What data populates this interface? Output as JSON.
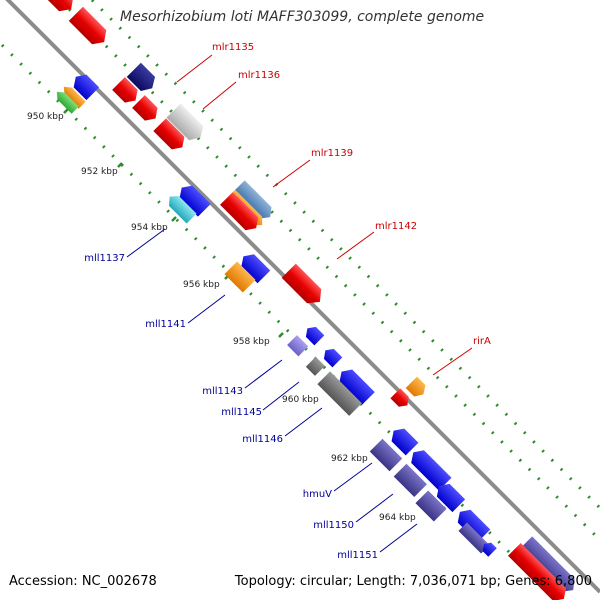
{
  "title": "Mesorhizobium loti MAFF303099, complete genome",
  "footer": {
    "accession": "Accession: NC_002678",
    "summary": "Topology: circular; Length: 7,036,071 bp; Genes: 6,800"
  },
  "colors": {
    "backbone": "#8c8c8c",
    "grid": "#2e8b2e",
    "forward_label": "#cc0000",
    "reverse_label": "#000099"
  },
  "scale_labels": [
    "950 kbp",
    "952 kbp",
    "954 kbp",
    "956 kbp",
    "958 kbp",
    "960 kbp",
    "962 kbp",
    "964 kbp"
  ],
  "forward_labels": [
    "mlr1135",
    "mlr1136",
    "mlr1139",
    "mlr1142",
    "rirA"
  ],
  "reverse_labels": [
    "mll1137",
    "mll1141",
    "mll1143",
    "mll1145",
    "mll1146",
    "hmuV",
    "mll1150",
    "mll1151"
  ]
}
